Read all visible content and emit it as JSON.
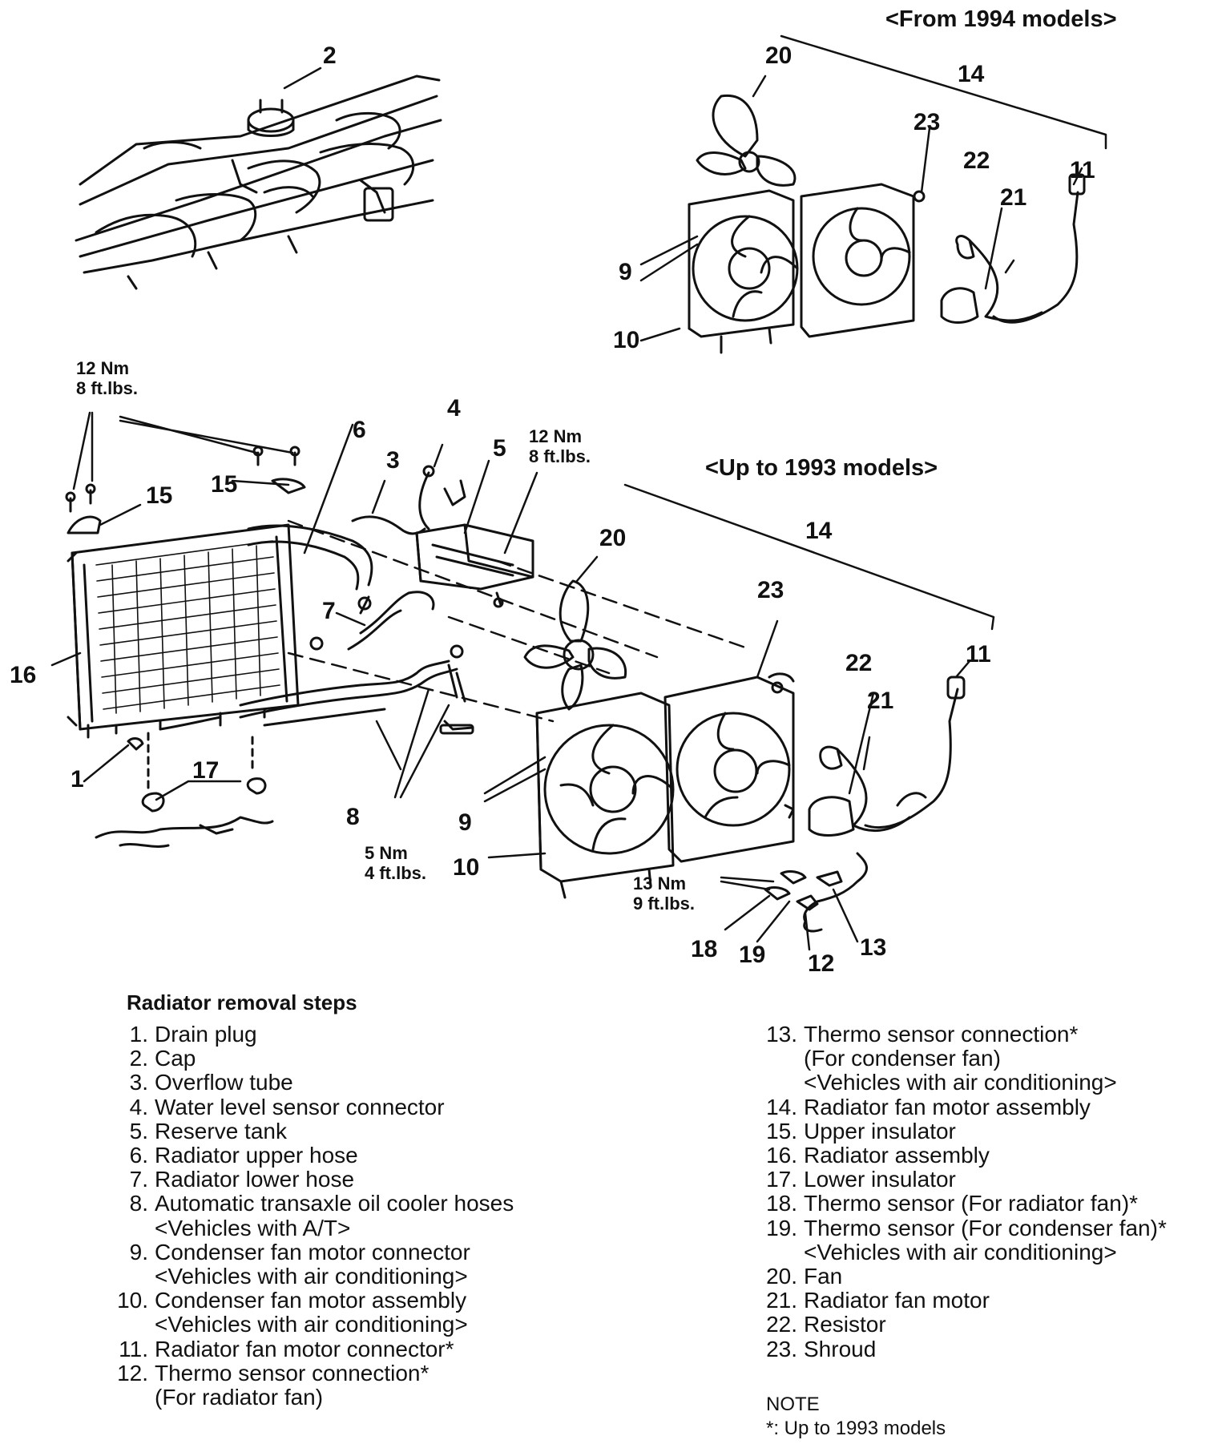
{
  "headings": {
    "from_1994": "<From 1994 models>",
    "up_to_1993": "<Up to 1993 models>"
  },
  "callouts": {
    "c2": "2",
    "c20_top": "20",
    "c14_top": "14",
    "c23_top": "23",
    "c22_top": "22",
    "c21_top": "21",
    "c11_top": "11",
    "c9_top": "9",
    "c10_top": "10",
    "c6": "6",
    "c4": "4",
    "c3": "3",
    "c5": "5",
    "c15a": "15",
    "c15b": "15",
    "c16": "16",
    "c7": "7",
    "c1": "1",
    "c17": "17",
    "c8": "8",
    "c20_bot": "20",
    "c14_bot": "14",
    "c23_bot": "23",
    "c22_bot": "22",
    "c21_bot": "21",
    "c11_bot": "11",
    "c9_bot": "9",
    "c10_bot": "10",
    "c18": "18",
    "c19": "19",
    "c12": "12",
    "c13": "13"
  },
  "torques": {
    "t1_nm": "12 Nm",
    "t1_ft": "8 ft.lbs.",
    "t2_nm": "12 Nm",
    "t2_ft": "8 ft.lbs.",
    "t3_nm": "5 Nm",
    "t3_ft": "4 ft.lbs.",
    "t4_nm": "13 Nm",
    "t4_ft": "9 ft.lbs."
  },
  "legend": {
    "title": "Radiator removal steps",
    "left": [
      {
        "num": "1.",
        "text": "Drain plug"
      },
      {
        "num": "2.",
        "text": "Cap"
      },
      {
        "num": "3.",
        "text": "Overflow tube"
      },
      {
        "num": "4.",
        "text": "Water level sensor connector"
      },
      {
        "num": "5.",
        "text": "Reserve tank"
      },
      {
        "num": "6.",
        "text": "Radiator upper hose"
      },
      {
        "num": "7.",
        "text": "Radiator lower hose"
      },
      {
        "num": "8.",
        "text": "Automatic transaxle oil cooler hoses"
      },
      {
        "num": "",
        "text": "<Vehicles with A/T>"
      },
      {
        "num": "9.",
        "text": "Condenser fan motor connector"
      },
      {
        "num": "",
        "text": "<Vehicles with air conditioning>"
      },
      {
        "num": "10.",
        "text": "Condenser fan motor assembly"
      },
      {
        "num": "",
        "text": "<Vehicles with air conditioning>"
      },
      {
        "num": "11.",
        "text": "Radiator fan motor connector*"
      },
      {
        "num": "12.",
        "text": "Thermo sensor connection*"
      },
      {
        "num": "",
        "text": "(For radiator fan)"
      }
    ],
    "right": [
      {
        "num": "13.",
        "text": "Thermo sensor connection*"
      },
      {
        "num": "",
        "text": "(For condenser fan)"
      },
      {
        "num": "",
        "text": "<Vehicles with air conditioning>"
      },
      {
        "num": "14.",
        "text": "Radiator fan motor assembly"
      },
      {
        "num": "15.",
        "text": "Upper insulator"
      },
      {
        "num": "16.",
        "text": "Radiator assembly"
      },
      {
        "num": "17.",
        "text": "Lower insulator"
      },
      {
        "num": "18.",
        "text": "Thermo sensor (For radiator fan)*"
      },
      {
        "num": "19.",
        "text": "Thermo sensor (For condenser fan)*"
      },
      {
        "num": "",
        "text": "<Vehicles with air conditioning>"
      },
      {
        "num": "20.",
        "text": "Fan"
      },
      {
        "num": "21.",
        "text": "Radiator fan motor"
      },
      {
        "num": "22.",
        "text": "Resistor"
      },
      {
        "num": "23.",
        "text": "Shroud"
      }
    ]
  },
  "note": {
    "title": "NOTE",
    "text": "*: Up to 1993 models"
  }
}
